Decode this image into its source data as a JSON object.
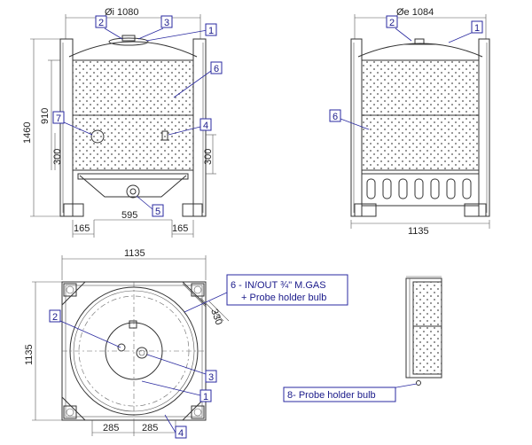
{
  "front_view": {
    "inner_diameter": "Øi 1080",
    "height_total": "1460",
    "height_panel": "910",
    "height_left_low": "300",
    "height_right_low": "300",
    "bottom_center": "595",
    "bottom_left": "165",
    "bottom_right": "165",
    "callouts": [
      "1",
      "2",
      "3",
      "4",
      "5",
      "6",
      "7"
    ]
  },
  "side_view": {
    "outer_diameter": "Øe 1084",
    "width": "1135",
    "callouts": [
      "1",
      "2",
      "6"
    ]
  },
  "top_view": {
    "width": "1135",
    "height": "1135",
    "diagonal": "330",
    "bottom_left": "285",
    "bottom_right": "285",
    "callouts": [
      "1",
      "2",
      "3",
      "4"
    ]
  },
  "notes": {
    "note6_line1": "6 - IN/OUT ¾\" M.GAS",
    "note6_line2": "+ Probe holder bulb",
    "note8": "8- Probe holder bulb"
  },
  "colors": {
    "accent": "#2a2aa0",
    "line": "#333333"
  }
}
